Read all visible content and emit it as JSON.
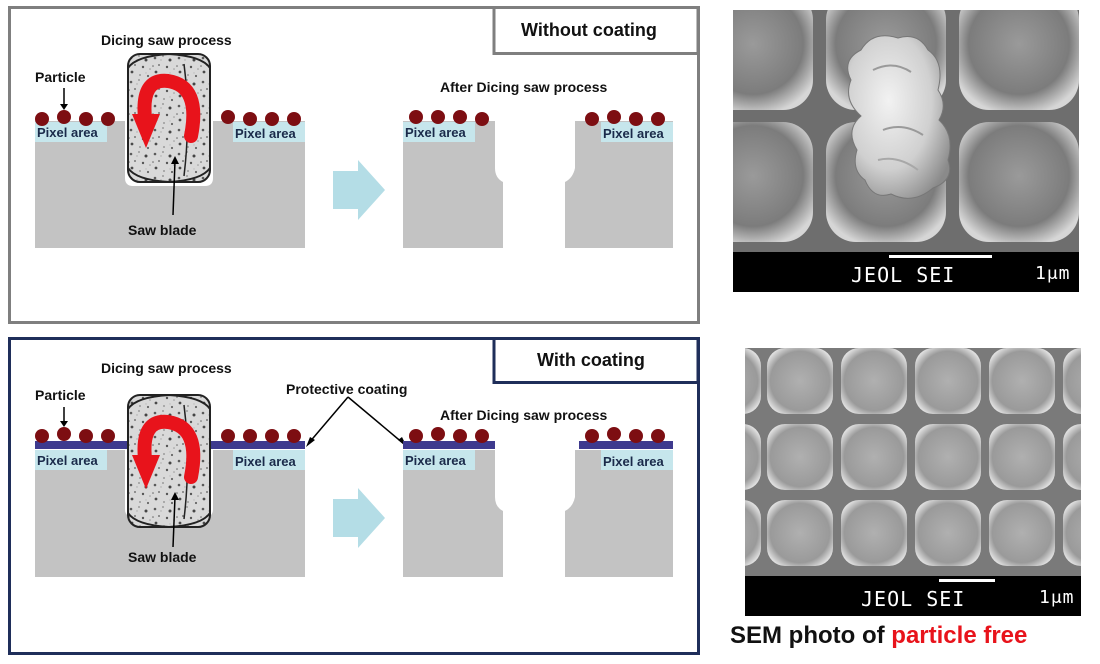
{
  "top_panel": {
    "tag": "Without coating",
    "process_label": "Dicing saw process",
    "after_label": "After Dicing saw process",
    "particle_label": "Particle",
    "pixel_area": "Pixel area",
    "blade_label": "Saw blade"
  },
  "bottom_panel": {
    "tag": "With coating",
    "process_label": "Dicing saw process",
    "after_label": "After Dicing saw process",
    "particle_label": "Particle",
    "pixel_area": "Pixel area",
    "blade_label": "Saw blade",
    "coating_label": "Protective coating"
  },
  "sem_top": {
    "instrument": "JEOL SEI",
    "scale": "1μm"
  },
  "sem_bottom": {
    "instrument": "JEOL SEI",
    "scale": "1μm"
  },
  "caption": {
    "prefix": "SEM photo of ",
    "highlight": "particle free"
  },
  "colors": {
    "substrate": "#c3c3c3",
    "pixel_area": "#c6e6ec",
    "particle": "#7d0e12",
    "blade_arrow": "#e8131b",
    "process_arrow": "#b4dde6",
    "coating": "#3e3a8e",
    "top_border": "#7f7f7f",
    "bottom_border": "#1f2e5a"
  }
}
